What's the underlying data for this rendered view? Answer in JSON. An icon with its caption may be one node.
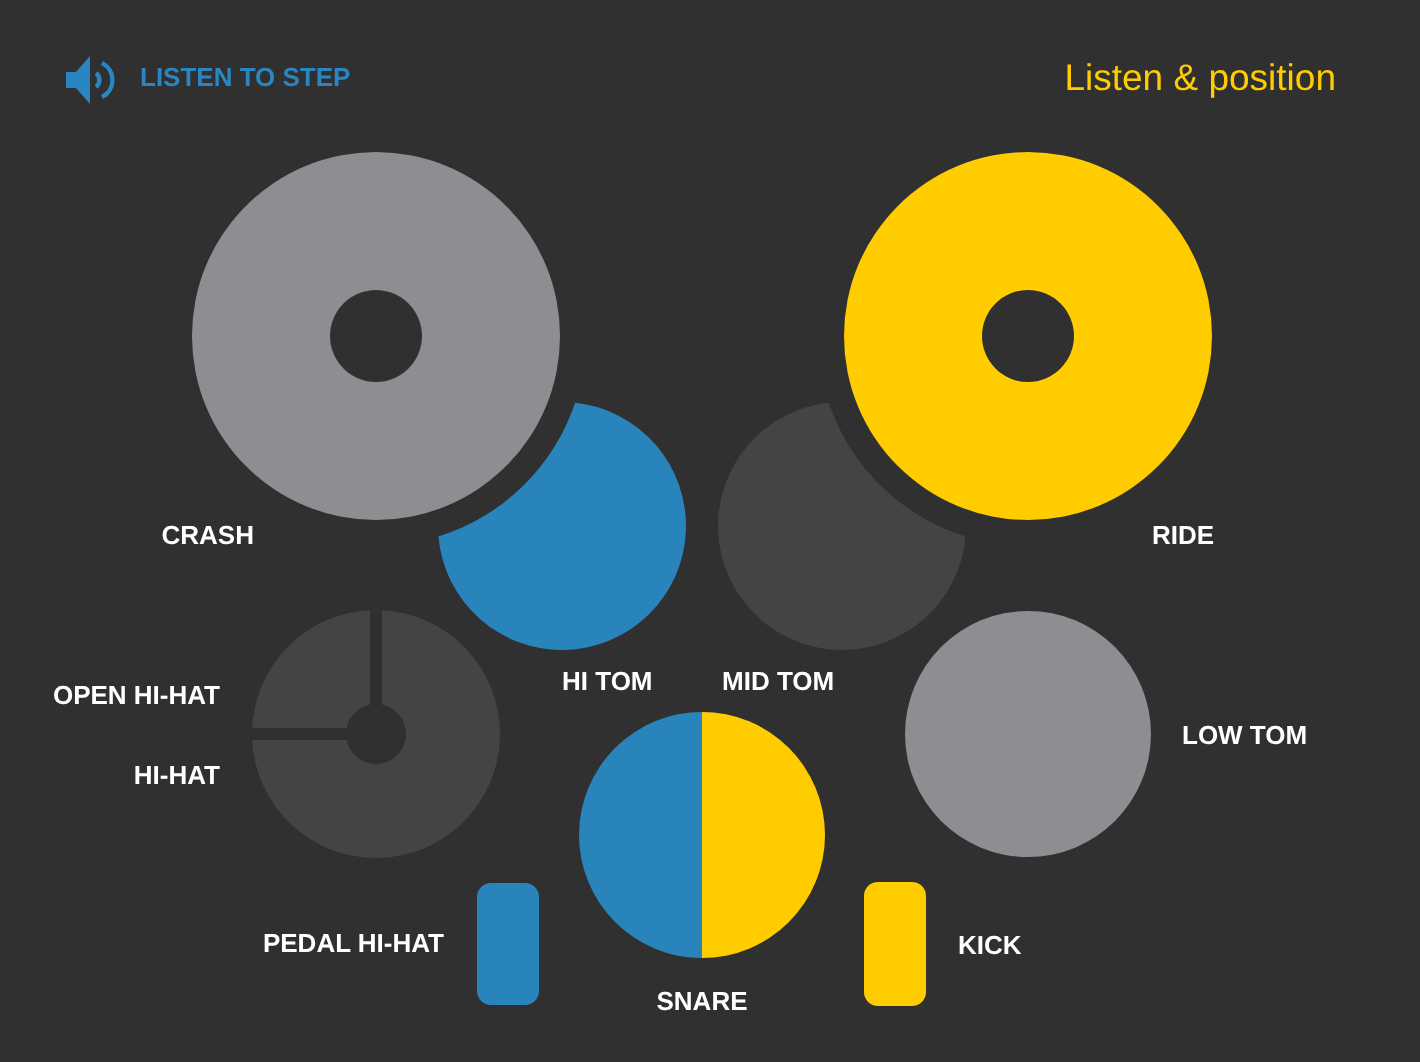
{
  "diagram": {
    "title": "Listen & position",
    "nodes": [
      {
        "text": [],
        "shape": "circle",
        "beside": [
          "CRASH"
        ]
      },
      {
        "text": [],
        "shape": "circle",
        "beside": [
          "RIDE"
        ]
      },
      {
        "text": [],
        "shape": "circle",
        "beside": [
          "HI TOM"
        ]
      },
      {
        "text": [],
        "shape": "circle",
        "beside": [
          "MID TOM"
        ]
      },
      {
        "text": [],
        "shape": "sector",
        "beside": [
          "OPEN HI-HAT"
        ]
      },
      {
        "text": [],
        "shape": "sector",
        "beside": [
          "HI-HAT"
        ]
      },
      {
        "text": [],
        "shape": "circle",
        "beside": [
          "LOW TOM"
        ]
      },
      {
        "text": [],
        "shape": "circle",
        "beside": [
          "SNARE"
        ]
      },
      {
        "text": [],
        "shape": "box",
        "beside": [
          "PEDAL HI-HAT"
        ]
      },
      {
        "text": [],
        "shape": "box",
        "beside": [
          "KICK"
        ]
      }
    ],
    "labels": [
      "LISTEN TO STEP"
    ]
  }
}
